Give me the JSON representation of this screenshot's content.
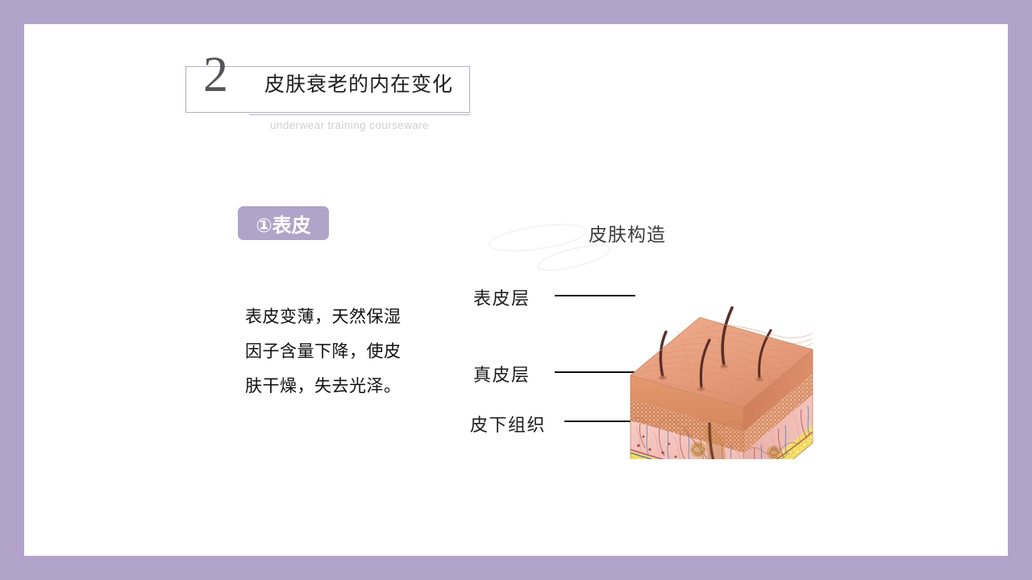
{
  "slide": {
    "frame_color": "#b2a3cb",
    "canvas_color": "#ffffff"
  },
  "header": {
    "number": "2",
    "title": "皮肤衰老的内在变化",
    "subtitle": "underwear training courseware",
    "box_border_color": "#b5aec4",
    "number_color": "#555555"
  },
  "badge": {
    "label": "①表皮",
    "background": "#b0a4c8",
    "text_color": "#ffffff"
  },
  "body": {
    "paragraph": "表皮变薄，天然保湿因子含量下降，使皮肤干燥，失去光泽。"
  },
  "diagram": {
    "title": "皮肤构造",
    "labels": [
      {
        "text": "表皮层"
      },
      {
        "text": "真皮层"
      },
      {
        "text": "皮下组织"
      }
    ],
    "colors": {
      "epidermis_surface": "#e8a385",
      "epidermis_side": "#d9805c",
      "granular_band": "#d2815a",
      "dermis": "#f3c3bc",
      "dermis_side": "#eab3ab",
      "fat": "#f2dc5a",
      "fat_side": "#e0c93f",
      "hair": "#5a2f28",
      "vessel_red": "#c0392b",
      "vessel_blue": "#5b6fb0",
      "leader_line": "#111111"
    }
  }
}
